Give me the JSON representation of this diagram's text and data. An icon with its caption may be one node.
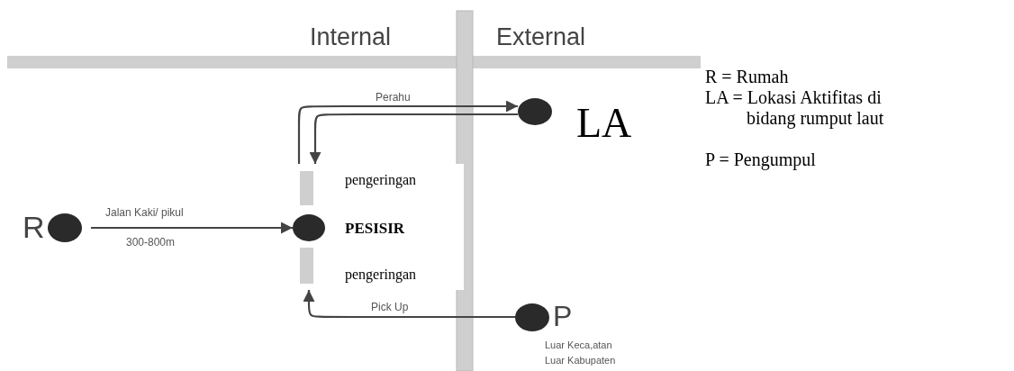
{
  "diagram": {
    "nodes": [
      {
        "text": [],
        "shape": "circle",
        "beside": [
          "LA"
        ]
      },
      {
        "text": [],
        "shape": "circle",
        "beside": [
          "R"
        ]
      },
      {
        "text": [
          "pengeringan",
          "PESISIR",
          "pengeringan"
        ]
      },
      {
        "text": [],
        "shape": "circle",
        "beside": [
          "P",
          "Luar Keca,atan Luar Kabupaten"
        ]
      }
    ],
    "edges": [
      {
        "from": 2,
        "to": 0,
        "arrow": "to",
        "label": "Perahu"
      },
      {
        "from": 0,
        "to": 2,
        "arrow": "to"
      },
      {
        "from": 1,
        "to": 2,
        "arrow": "to",
        "label": "Jalan Kaki/ pikul"
      },
      {
        "from": 3,
        "to": 2,
        "arrow": "to",
        "label": "Pick Up"
      }
    ],
    "labels": [
      "Internal",
      "External",
      "300-800m",
      "R = Rumah",
      "LA = Lokasi Aktifitas di bidang rumput laut",
      "P = Pengumpul"
    ]
  }
}
